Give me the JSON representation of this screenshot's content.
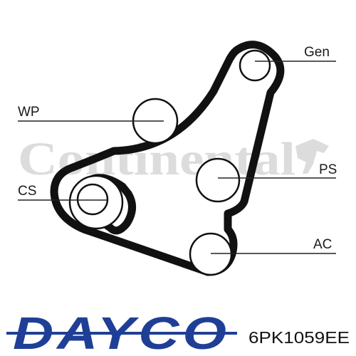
{
  "diagram": {
    "pulleys": [
      {
        "id": "gen",
        "label": "Gen"
      },
      {
        "id": "wp",
        "label": "WP"
      },
      {
        "id": "ps",
        "label": "PS"
      },
      {
        "id": "cs",
        "label": "CS"
      },
      {
        "id": "ac",
        "label": "AC"
      }
    ]
  },
  "watermark": {
    "text": "Continental",
    "color": "#dcdcdc"
  },
  "footer": {
    "brand": "DAYCO",
    "brand_color": "#1f3f96",
    "part_number": "6PK1059EE"
  },
  "colors": {
    "belt": "#111111",
    "callout_line": "#222222"
  }
}
